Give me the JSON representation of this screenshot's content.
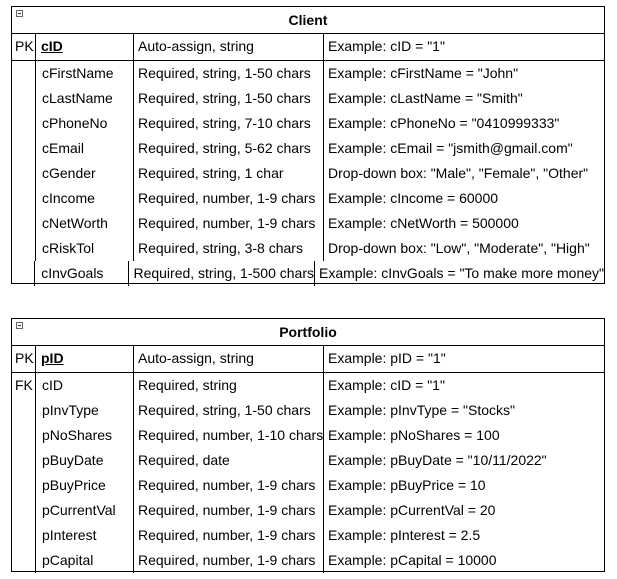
{
  "entities": [
    {
      "title": "Client",
      "pk": {
        "key": "PK",
        "name": "cID",
        "constraint": "Auto-assign, string",
        "example": "Example: cID = \"1\""
      },
      "rows": [
        {
          "key": "",
          "name": "cFirstName",
          "constraint": "Required, string, 1-50 chars",
          "example": "Example: cFirstName = \"John\""
        },
        {
          "key": "",
          "name": "cLastName",
          "constraint": "Required, string, 1-50 chars",
          "example": "Example: cLastName = \"Smith\""
        },
        {
          "key": "",
          "name": "cPhoneNo",
          "constraint": "Required, string, 7-10 chars",
          "example": "Example: cPhoneNo = \"0410999333\""
        },
        {
          "key": "",
          "name": "cEmail",
          "constraint": "Required, string, 5-62 chars",
          "example": "Example: cEmail = \"jsmith@gmail.com\""
        },
        {
          "key": "",
          "name": "cGender",
          "constraint": "Required, string, 1 char",
          "example": "Drop-down box: \"Male\", \"Female\", \"Other\""
        },
        {
          "key": "",
          "name": "cIncome",
          "constraint": "Required, number, 1-9 chars",
          "example": "Example: cIncome = 60000"
        },
        {
          "key": "",
          "name": "cNetWorth",
          "constraint": "Required, number, 1-9 chars",
          "example": "Example: cNetWorth = 500000"
        },
        {
          "key": "",
          "name": "cRiskTol",
          "constraint": "Required, string, 3-8 chars",
          "example": "Drop-down box: \"Low\", \"Moderate\", \"High\""
        },
        {
          "key": "",
          "name": "cInvGoals",
          "constraint": "Required, string, 1-500 chars",
          "example": "Example: cInvGoals = \"To make more money\""
        }
      ]
    },
    {
      "title": "Portfolio",
      "pk": {
        "key": "PK",
        "name": "pID",
        "constraint": "Auto-assign, string",
        "example": "Example: pID = \"1\""
      },
      "rows": [
        {
          "key": "FK",
          "name": "cID",
          "constraint": "Required, string",
          "example": "Example: cID = \"1\""
        },
        {
          "key": "",
          "name": "pInvType",
          "constraint": "Required, string, 1-50 chars",
          "example": "Example: pInvType = \"Stocks\""
        },
        {
          "key": "",
          "name": "pNoShares",
          "constraint": "Required, number, 1-10 chars",
          "example": "Example: pNoShares = 100"
        },
        {
          "key": "",
          "name": "pBuyDate",
          "constraint": "Required, date",
          "example": "Example: pBuyDate = \"10/11/2022\""
        },
        {
          "key": "",
          "name": "pBuyPrice",
          "constraint": "Required, number, 1-9 chars",
          "example": "Example: pBuyPrice = 10"
        },
        {
          "key": "",
          "name": "pCurrentVal",
          "constraint": "Required, number, 1-9 chars",
          "example": "Example: pCurrentVal = 20"
        },
        {
          "key": "",
          "name": "pInterest",
          "constraint": "Required, number, 1-9 chars",
          "example": "Example: pInterest = 2.5"
        },
        {
          "key": "",
          "name": "pCapital",
          "constraint": "Required, number, 1-9 chars",
          "example": "Example: pCapital = 10000"
        }
      ]
    }
  ]
}
